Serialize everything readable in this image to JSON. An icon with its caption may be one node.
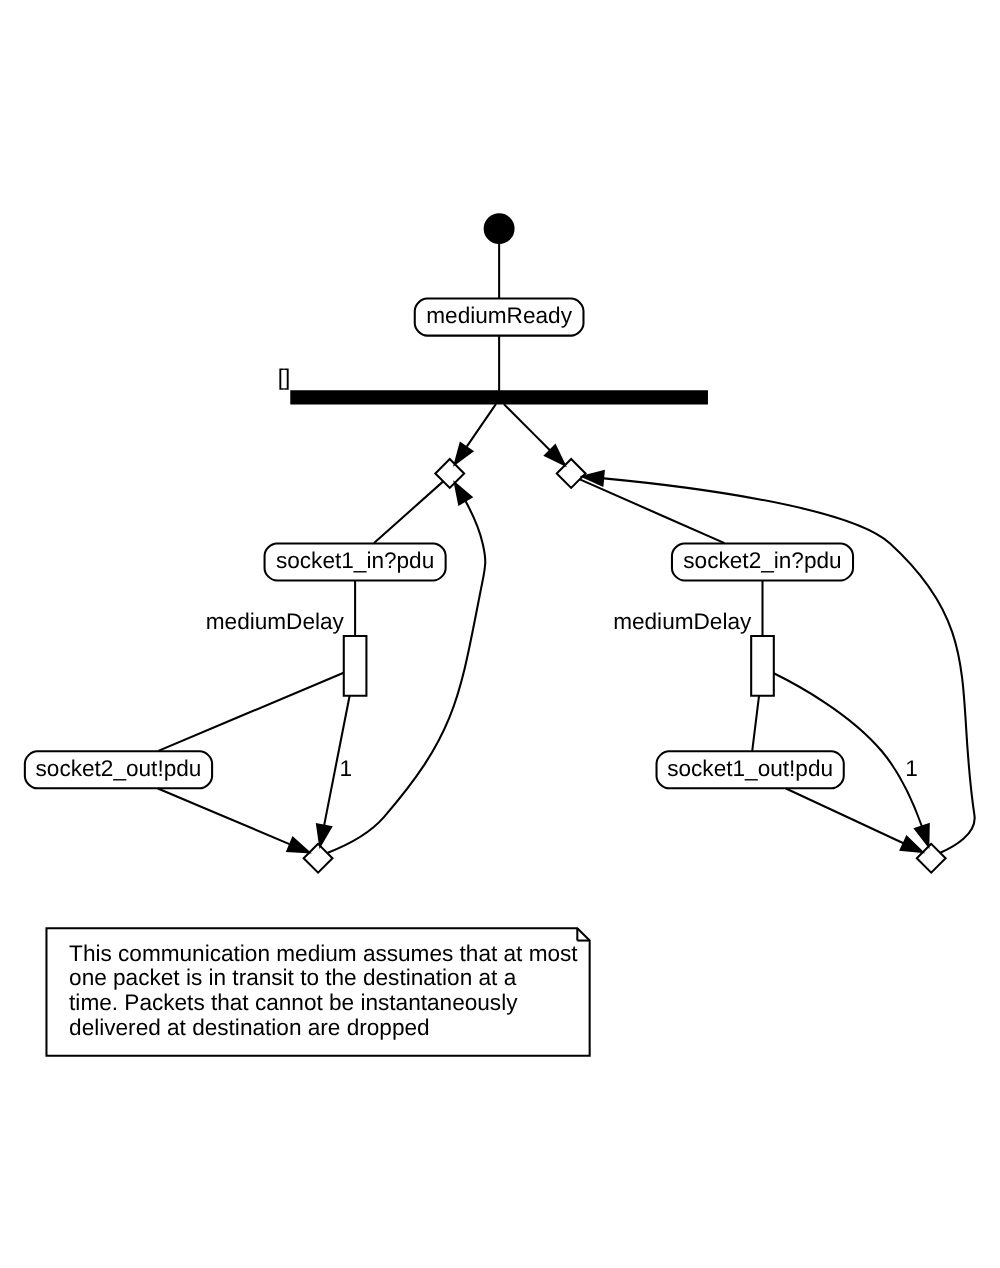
{
  "diagram": {
    "nodes": [
      {
        "text": [],
        "shape": "circle"
      },
      {
        "text": [
          "mediumReady"
        ]
      },
      {
        "text": [],
        "shape": "bar",
        "beside": [
          "[]"
        ]
      },
      {
        "text": [],
        "shape": "diamond"
      },
      {
        "text": [
          "socket1_in?pdu"
        ]
      },
      {
        "text": [],
        "shape": "box",
        "beside": [
          "mediumDelay"
        ]
      },
      {
        "text": [
          "socket2_out!pdu"
        ]
      },
      {
        "text": [],
        "shape": "diamond"
      },
      {
        "text": [],
        "shape": "diamond"
      },
      {
        "text": [
          "socket2_in?pdu"
        ]
      },
      {
        "text": [],
        "shape": "box",
        "beside": [
          "mediumDelay"
        ]
      },
      {
        "text": [
          "socket1_out!pdu"
        ]
      },
      {
        "text": [],
        "shape": "diamond"
      },
      {
        "text": [
          "This communication medium assumes that at most one packet is in transit to the destination at a time. Packets that cannot be instantaneously delivered at destination are dropped"
        ]
      }
    ],
    "edges": [
      {
        "from": 0,
        "to": 1,
        "arrow": "none"
      },
      {
        "from": 1,
        "to": 2,
        "arrow": "none"
      },
      {
        "from": 2,
        "to": 3,
        "arrow": "to"
      },
      {
        "from": 2,
        "to": 8,
        "arrow": "to"
      },
      {
        "from": 3,
        "to": 4,
        "arrow": "none"
      },
      {
        "from": 4,
        "to": 5,
        "arrow": "none"
      },
      {
        "from": 5,
        "to": 6,
        "arrow": "none"
      },
      {
        "from": 6,
        "to": 7,
        "arrow": "to"
      },
      {
        "from": 5,
        "to": 7,
        "label": "1",
        "arrow": "to"
      },
      {
        "from": 7,
        "to": 3,
        "arrow": "to"
      },
      {
        "from": 8,
        "to": 9,
        "arrow": "none"
      },
      {
        "from": 9,
        "to": 10,
        "arrow": "none"
      },
      {
        "from": 10,
        "to": 11,
        "arrow": "none"
      },
      {
        "from": 11,
        "to": 12,
        "arrow": "to"
      },
      {
        "from": 10,
        "to": 12,
        "label": "1",
        "arrow": "to"
      },
      {
        "from": 12,
        "to": 8,
        "arrow": "to"
      }
    ]
  }
}
